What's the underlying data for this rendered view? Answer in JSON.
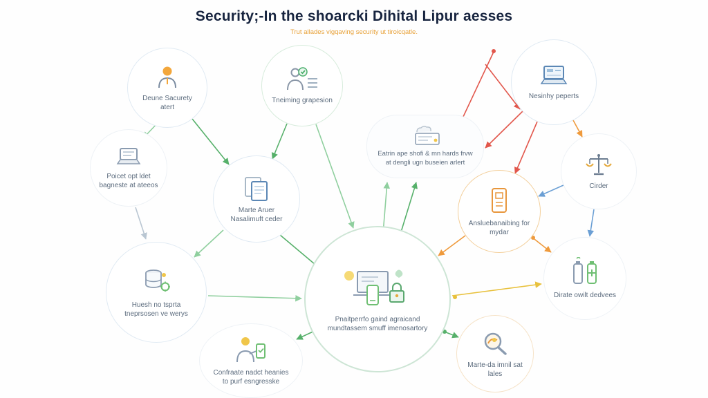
{
  "header": {
    "title": "Security;-In the shoarcki Dihital Lipur aesses",
    "subtitle": "Trut allades vigqaving security ut tiroicqatle."
  },
  "palette": {
    "title_navy": "#17243f",
    "subtitle_orange": "#e8a23a",
    "label_gray": "#5b6b7d",
    "arrow_green": "#56b06a",
    "arrow_green_light": "#8fcf9e",
    "arrow_red": "#e2574c",
    "arrow_orange": "#ef9a3c",
    "arrow_blue": "#6b9fd4",
    "arrow_yellow": "#e8c13d",
    "arrow_gray": "#b9c6d2"
  },
  "nodes": [
    {
      "id": "security-alert",
      "icon": "person",
      "label": "Deune Sacurety atert"
    },
    {
      "id": "training",
      "icon": "person-check",
      "label": "Tneiming grapesion"
    },
    {
      "id": "reports",
      "icon": "laptop",
      "label": "Nesinhy peperts"
    },
    {
      "id": "policy",
      "icon": "laptop",
      "label": "Poicet opt ldet bagneste at ateeos"
    },
    {
      "id": "banner",
      "icon": "card-cloud",
      "label": "Eatrin ape shofi & mn hards frvw at dengli ugn buseien arlert"
    },
    {
      "id": "master-order",
      "icon": "documents",
      "label": "Marte Aruer Nasalimuft ceder"
    },
    {
      "id": "scales",
      "icon": "scales",
      "label": "Cirder"
    },
    {
      "id": "onboarding",
      "icon": "badge-phone",
      "label": "Ansluebanaibing for mydar"
    },
    {
      "id": "training-servers",
      "icon": "database-gear",
      "label": "Huesh no tsprta tneprsosen ve werys"
    },
    {
      "id": "center",
      "icon": "devices-lock",
      "label": "Pnaitperrfo gaind agraicand mundtassem smuff imenosartory"
    },
    {
      "id": "devices",
      "icon": "batteries",
      "label": "Dirate owilt dedvees"
    },
    {
      "id": "confirm",
      "icon": "person-phone",
      "label": "Confraate nadct heanies to purf esngresske"
    },
    {
      "id": "audit",
      "icon": "magnifier",
      "label": "Marte-da imnil sat lales"
    }
  ]
}
